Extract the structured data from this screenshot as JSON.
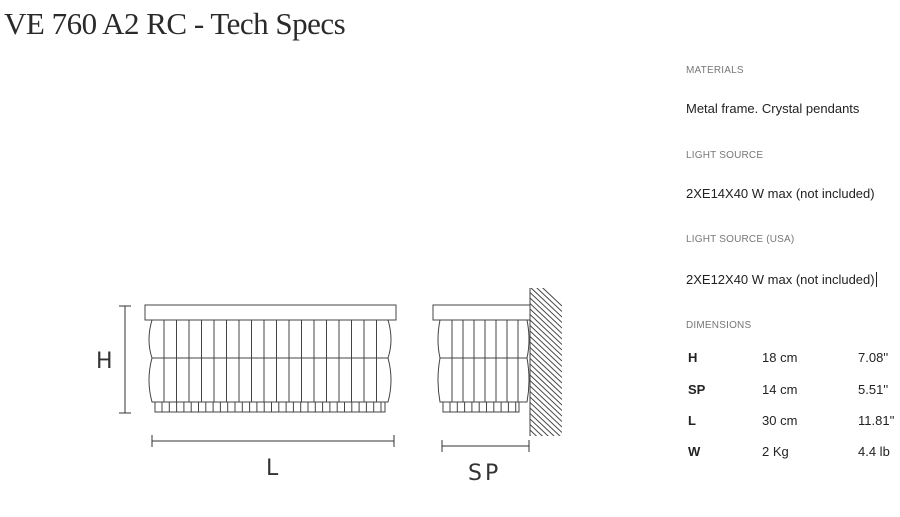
{
  "page": {
    "title": "VE 760 A2 RC - Tech Specs"
  },
  "specs": {
    "materials": {
      "label": "MATERIALS",
      "value": "Metal frame. Crystal pendants"
    },
    "light_source": {
      "label": "LIGHT SOURCE",
      "value": "2XE14X40 W max (not included)"
    },
    "light_source_usa": {
      "label": "LIGHT SOURCE (USA)",
      "value": "2XE12X40 W max (not included)"
    },
    "dimensions": {
      "label": "DIMENSIONS",
      "rows": [
        {
          "key": "H",
          "metric": "18 cm",
          "imperial": "7.08''"
        },
        {
          "key": "SP",
          "metric": "14 cm",
          "imperial": "5.51''"
        },
        {
          "key": "L",
          "metric": "30 cm",
          "imperial": "11.81''"
        },
        {
          "key": "W",
          "metric": "2 Kg",
          "imperial": "4.4 lb"
        }
      ]
    }
  },
  "drawing": {
    "label_h": "H",
    "label_l": "L",
    "label_sp": "SP"
  }
}
